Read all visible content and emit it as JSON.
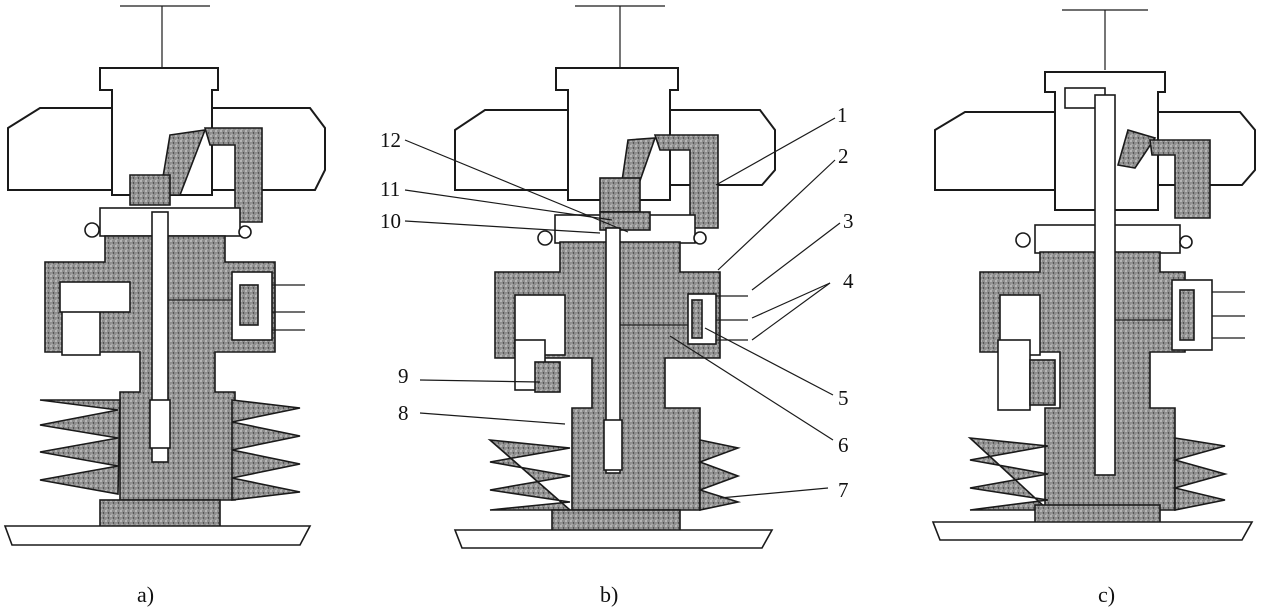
{
  "figure": {
    "panels": [
      {
        "id": "a",
        "caption": "a)"
      },
      {
        "id": "b",
        "caption": "b)"
      },
      {
        "id": "c",
        "caption": "c)"
      }
    ],
    "callouts": [
      "1",
      "2",
      "3",
      "4",
      "5",
      "6",
      "7",
      "8",
      "9",
      "10",
      "11",
      "12"
    ]
  }
}
